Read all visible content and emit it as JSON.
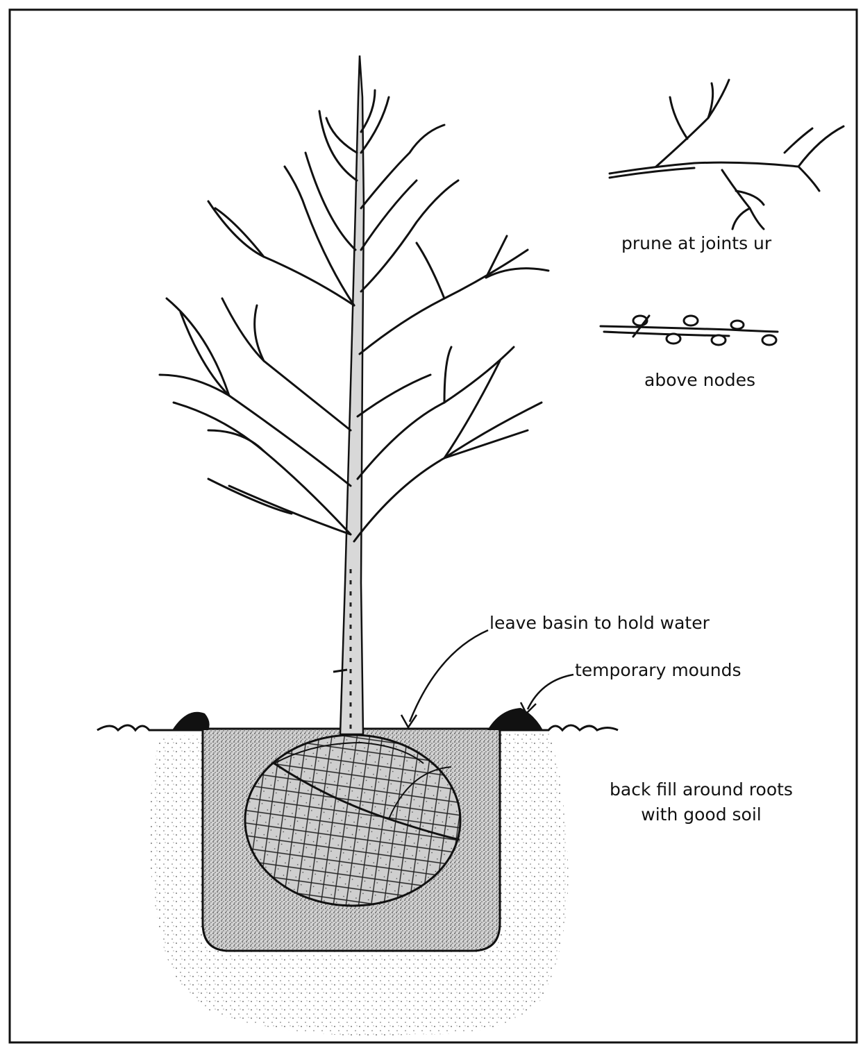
{
  "labels": {
    "prune": "prune at joints ur",
    "nodes": "above nodes",
    "basin": "leave basin to hold water",
    "mounds": "temporary mounds",
    "backfill_line1": "back fill around roots",
    "backfill_line2": "with good soil"
  },
  "colors": {
    "ink": "#111111",
    "paper": "#ffffff",
    "soil_dark": "#6f6f6f",
    "soil_light": "#b5b5b5"
  }
}
